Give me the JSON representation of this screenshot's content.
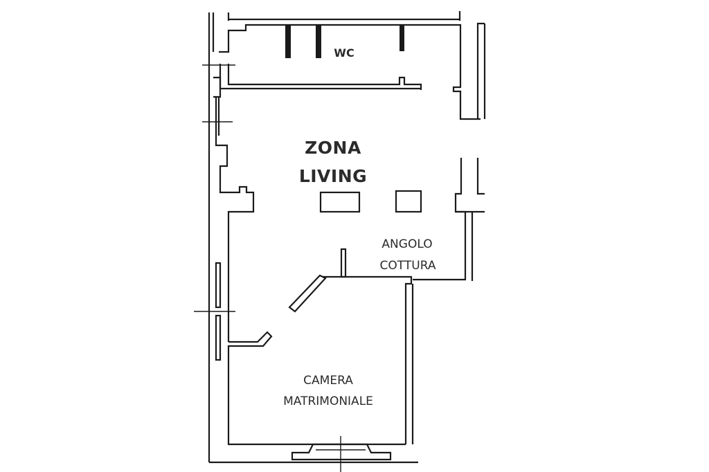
{
  "rooms": {
    "wc": {
      "label": "WC"
    },
    "zona_living": {
      "line1": "ZONA",
      "line2": "LIVING"
    },
    "angolo_cottura": {
      "line1": "ANGOLO",
      "line2": "COTTURA"
    },
    "camera_matrimoniale": {
      "line1": "CAMERA",
      "line2": "MATRIMONIALE"
    }
  }
}
